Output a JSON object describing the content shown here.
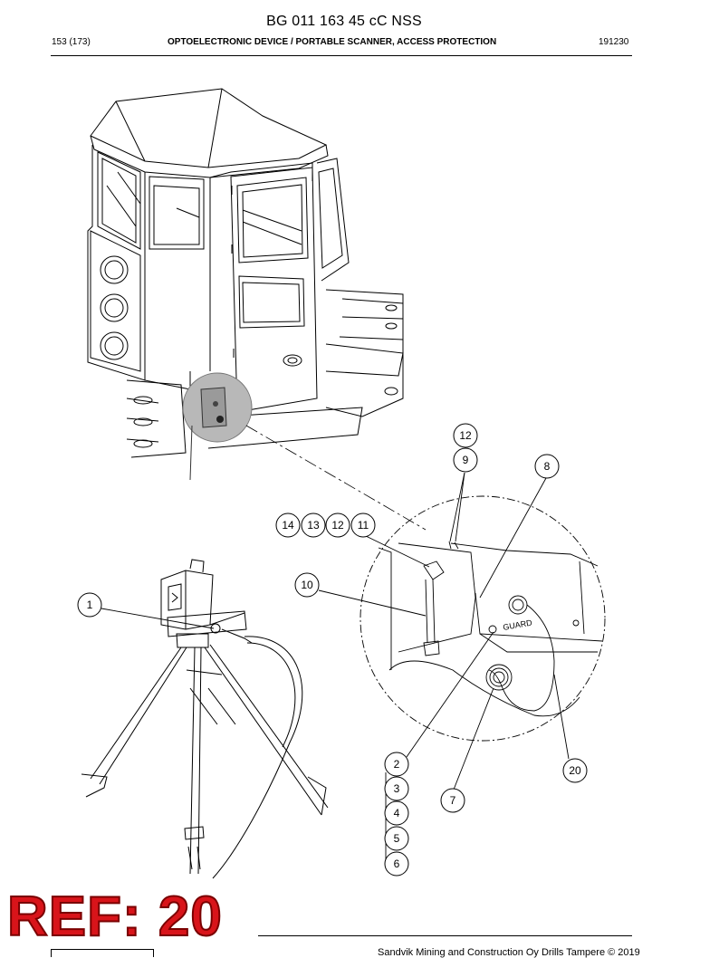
{
  "header": {
    "doc_code": "BG 011 163 45 cC NSS",
    "page": "153 (173)",
    "title": "OPTOELECTRONIC DEVICE / PORTABLE SCANNER, ACCESS PROTECTION",
    "date": "191230"
  },
  "callouts": [
    {
      "label": "12"
    },
    {
      "label": "9"
    },
    {
      "label": "8"
    },
    {
      "label": "14"
    },
    {
      "label": "13"
    },
    {
      "label": "12"
    },
    {
      "label": "11"
    },
    {
      "label": "10"
    },
    {
      "label": "1"
    },
    {
      "label": "2"
    },
    {
      "label": "3"
    },
    {
      "label": "4"
    },
    {
      "label": "5"
    },
    {
      "label": "6"
    },
    {
      "label": "7"
    },
    {
      "label": "20"
    }
  ],
  "drawing": {
    "guard_label": "GUARD"
  },
  "footer": {
    "ref": "REF: 20",
    "copyright": "Sandvik Mining and Construction Oy Drills Tampere © 2019"
  }
}
